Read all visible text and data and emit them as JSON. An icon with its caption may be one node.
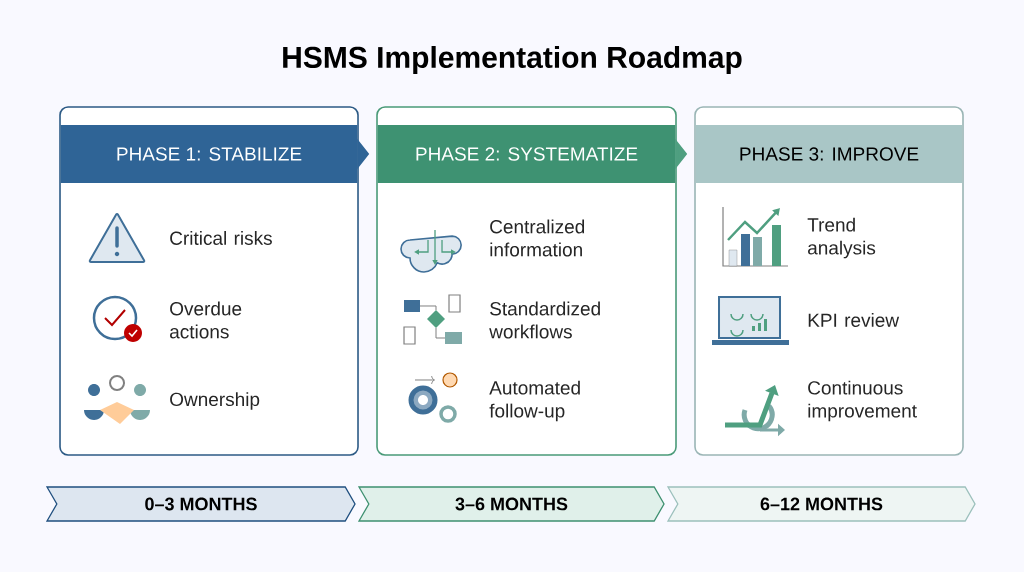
{
  "diagram": {
    "title": "HSMS Implementation Roadmap",
    "nodes": [
      {
        "text": [
          "PHASE 1: STABILIZE"
        ]
      },
      {
        "text": [
          "Critical risks"
        ],
        "in": 0
      },
      {
        "text": [
          "Overdue actions"
        ],
        "in": 0
      },
      {
        "text": [
          "Ownership"
        ],
        "in": 0
      },
      {
        "text": [
          "PHASE 2: SYSTEMATIZE"
        ]
      },
      {
        "text": [
          "Centralized information"
        ],
        "in": 4
      },
      {
        "text": [
          "Standardized workflows"
        ],
        "in": 4
      },
      {
        "text": [
          "Automated follow-up"
        ],
        "in": 4
      },
      {
        "text": [
          "PHASE 3: IMPROVE"
        ]
      },
      {
        "text": [
          "Trend analysis"
        ],
        "in": 8
      },
      {
        "text": [
          "KPI review"
        ],
        "in": 8
      },
      {
        "text": [
          "Continuous improvement"
        ],
        "in": 8
      },
      {
        "text": [
          "0–3 MONTHS"
        ]
      },
      {
        "text": [
          "3–6 MONTHS"
        ]
      },
      {
        "text": [
          "6–12 MONTHS"
        ]
      }
    ],
    "edges": [
      {
        "from": 0,
        "to": 4,
        "arrow": "to",
        "style": "thick",
        "color": "#2f6496"
      },
      {
        "from": 4,
        "to": 8,
        "arrow": "to",
        "style": "thick",
        "color": "#4f9f80"
      }
    ]
  }
}
